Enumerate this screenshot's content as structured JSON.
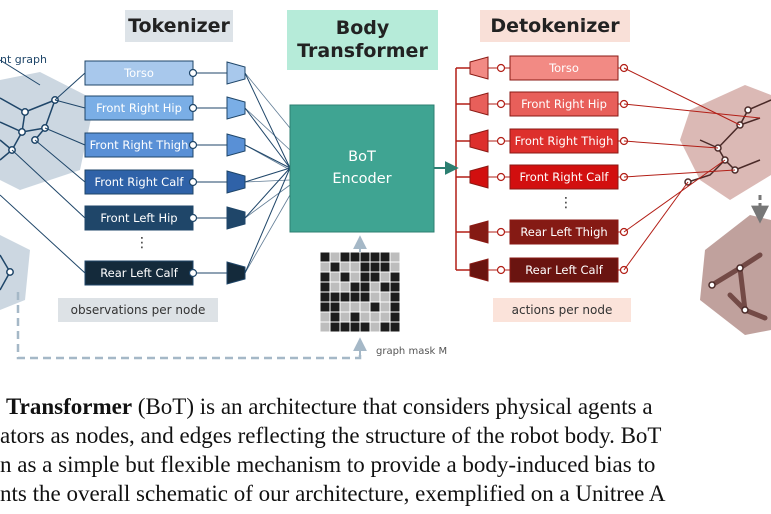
{
  "headers": {
    "tokenizer": "Tokenizer",
    "body_transformer_line1": "Body",
    "body_transformer_line2": "Transformer",
    "detokenizer": "Detokenizer"
  },
  "encoder": {
    "line1": "BoT",
    "line2": "Encoder"
  },
  "graph_label": "nt graph",
  "input_nodes": [
    {
      "label": "Torso",
      "fill": "#a8c8ec",
      "text_color": "#ffffff"
    },
    {
      "label": "Front Right Hip",
      "fill": "#7aaee6",
      "text_color": "#ffffff"
    },
    {
      "label": "Front Right Thigh",
      "fill": "#5990d6",
      "text_color": "#ffffff"
    },
    {
      "label": "Front Right Calf",
      "fill": "#2f62a8",
      "text_color": "#ffffff"
    },
    {
      "label": "Front Left Hip",
      "fill": "#1f4669",
      "text_color": "#ffffff"
    },
    {
      "label": "Rear Left Calf",
      "fill": "#142a3b",
      "text_color": "#ffffff"
    }
  ],
  "output_nodes": [
    {
      "label": "Torso",
      "fill": "#f28a84",
      "text_color": "#ffffff"
    },
    {
      "label": "Front Right Hip",
      "fill": "#e85f5a",
      "text_color": "#ffffff"
    },
    {
      "label": "Front Right Thigh",
      "fill": "#dd2f2c",
      "text_color": "#ffffff"
    },
    {
      "label": "Front Right Calf",
      "fill": "#d20f0f",
      "text_color": "#ffffff"
    },
    {
      "label": "Rear Left Thigh",
      "fill": "#851a14",
      "text_color": "#ffffff"
    },
    {
      "label": "Rear Left Calf",
      "fill": "#6a1410",
      "text_color": "#ffffff"
    }
  ],
  "ellipsis": "⋮",
  "observations_label": "observations per node",
  "actions_label": "actions per node",
  "graph_mask_label": "graph mask M",
  "graph_mask": [
    [
      0,
      1,
      0,
      0,
      0,
      0,
      0,
      1
    ],
    [
      1,
      0,
      1,
      1,
      0,
      0,
      0,
      1
    ],
    [
      0,
      1,
      0,
      1,
      0,
      0,
      1,
      0
    ],
    [
      0,
      1,
      1,
      0,
      0,
      1,
      0,
      0
    ],
    [
      0,
      0,
      0,
      0,
      0,
      1,
      1,
      0
    ],
    [
      0,
      0,
      1,
      1,
      1,
      0,
      1,
      0
    ],
    [
      1,
      0,
      1,
      0,
      1,
      1,
      1,
      0
    ],
    [
      1,
      0,
      0,
      0,
      0,
      1,
      0,
      0
    ]
  ],
  "colors": {
    "tokenizer_bg": "#dde3e8",
    "body_transformer_bg": "#b6ebd9",
    "detokenizer_bg": "#f9e0d8",
    "encoder_fill": "#3fa492",
    "encoder_stroke": "#2c7f71",
    "obs_label_bg": "#dde2e6",
    "act_label_bg": "#fbe3da",
    "blue_line": "#1f4669",
    "red_line": "#b21e16",
    "teal_line": "#2c7f71",
    "dashed_line": "#a5b8c7"
  },
  "caption_lines": [
    [
      "Transformer",
      " (BoT) is an architecture that considers physical agents a"
    ],
    [
      "",
      "ators as nodes, and edges reflecting the structure of the robot body. BoT"
    ],
    [
      "",
      "n as a simple but flexible mechanism to provide a body-induced bias to"
    ],
    [
      "",
      "nts the overall schematic of our architecture, exemplified on a Unitree A"
    ]
  ]
}
